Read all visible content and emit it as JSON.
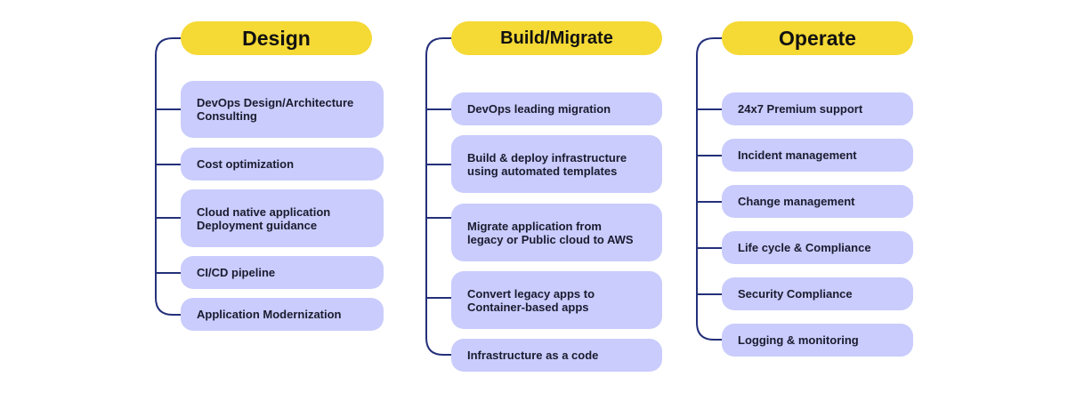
{
  "columns": [
    {
      "title": "Design",
      "items": [
        "DevOps Design/Architecture\nConsulting",
        "Cost optimization",
        "Cloud native application\nDeployment guidance",
        "CI/CD pipeline",
        "Application Modernization"
      ]
    },
    {
      "title": "Build/Migrate",
      "items": [
        "DevOps leading migration",
        "Build & deploy infrastructure\nusing automated templates",
        "Migrate application from\nlegacy or Public cloud to AWS",
        "Convert legacy apps to\nContainer-based apps",
        "Infrastructure as a code"
      ]
    },
    {
      "title": "Operate",
      "items": [
        "24x7 Premium support",
        "Incident management",
        "Change management",
        "Life cycle & Compliance",
        "Security Compliance",
        "Logging & monitoring"
      ]
    }
  ],
  "colors": {
    "header_bg": "#f5d935",
    "card_bg": "#c9ccfc",
    "connector": "#24307a"
  }
}
